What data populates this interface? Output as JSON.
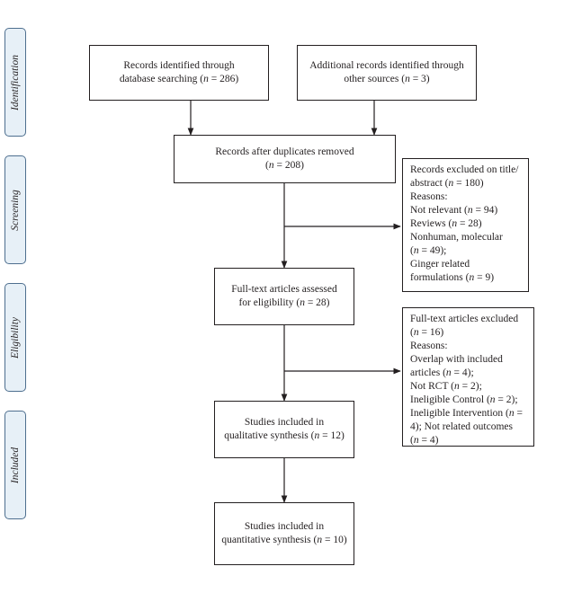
{
  "stages": [
    {
      "id": "identification",
      "label": "Identification"
    },
    {
      "id": "screening",
      "label": "Screening"
    },
    {
      "id": "eligibility",
      "label": "Eligibility"
    },
    {
      "id": "included",
      "label": "Included"
    }
  ],
  "boxes": {
    "database_search": {
      "lines": [
        "Records identified through",
        "database searching (n = 286)"
      ]
    },
    "other_sources": {
      "lines": [
        "Additional records identified through",
        "other sources (n = 3)"
      ]
    },
    "after_duplicates": {
      "lines": [
        "Records after duplicates removed",
        "(n = 208)"
      ]
    },
    "excluded_title": {
      "lines": [
        "Records excluded on title/",
        "abstract (n = 180)",
        "Reasons:",
        "Not relevant (n = 94)",
        "Reviews (n = 28)",
        "Nonhuman, molecular",
        "(n = 49);",
        "Ginger related",
        "formulations (n = 9)"
      ]
    },
    "fulltext_assessed": {
      "lines": [
        "Full-text articles assessed",
        "for eligibility (n = 28)"
      ]
    },
    "fulltext_excluded": {
      "lines": [
        "Full-text articles excluded",
        "(n = 16)",
        "Reasons:",
        "Overlap with included",
        "articles (n = 4);",
        "Not RCT (n = 2);",
        "Ineligible Control (n = 2);",
        "Ineligible Intervention (n =",
        "4); Not related outcomes",
        "(n = 4)"
      ]
    },
    "qualitative": {
      "lines": [
        "Studies included in",
        "qualitative synthesis (n = 12)"
      ]
    },
    "quantitative": {
      "lines": [
        "Studies included in",
        "quantitative synthesis (n = 10)"
      ]
    }
  },
  "colors": {
    "stage_fill": "#e7f0f7",
    "stage_border": "#4e6f8f",
    "line": "#231f20"
  }
}
